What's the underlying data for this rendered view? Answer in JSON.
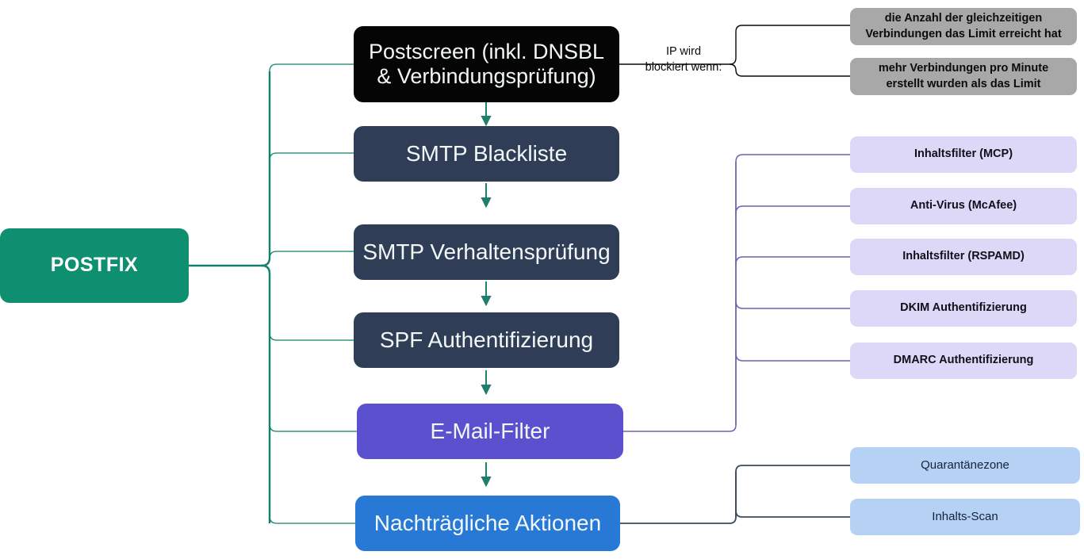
{
  "diagram": {
    "title": "POSTFIX Mail Pipeline",
    "colors": {
      "root": "#0e8f6f",
      "stage": "#2f3e56",
      "stage_black": "#050505",
      "stage_purple": "#5b50ce",
      "stage_blue": "#2878d6",
      "leaf_gray": "#a8a8a8",
      "leaf_lavender": "#ddd8f7",
      "leaf_lightblue": "#b5d2f5",
      "wire_green": "#12806a",
      "wire_purple": "#6b63a8",
      "wire_dark": "#3c4a5e",
      "wire_black": "#0a0a0a"
    },
    "root": {
      "label": "POSTFIX"
    },
    "stages": [
      {
        "id": "postscreen",
        "line1": "Postscreen (inkl. DNSBL",
        "line2": "& Verbindungsprüfung)"
      },
      {
        "id": "smtp-blacklist",
        "label": "SMTP Blackliste"
      },
      {
        "id": "smtp-behavior",
        "label": "SMTP Verhaltensprüfung"
      },
      {
        "id": "spf",
        "label": "SPF Authentifizierung"
      },
      {
        "id": "email-filter",
        "label": "E-Mail-Filter"
      },
      {
        "id": "post-actions",
        "label": "Nachträgliche Aktionen"
      }
    ],
    "postscreen_branch": {
      "edge_label_line1": "IP wird",
      "edge_label_line2": "blockiert wenn:",
      "items": [
        {
          "line1": "die Anzahl der gleichzeitigen",
          "line2": "Verbindungen das Limit erreicht hat"
        },
        {
          "line1": "mehr Verbindungen pro Minute",
          "line2": "erstellt wurden als das Limit"
        }
      ]
    },
    "filter_branch": {
      "items": [
        {
          "label": "Inhaltsfilter (MCP)"
        },
        {
          "label": "Anti-Virus (McAfee)"
        },
        {
          "label": "Inhaltsfilter (RSPAMD)"
        },
        {
          "label": "DKIM Authentifizierung"
        },
        {
          "label": "DMARC Authentifizierung"
        }
      ]
    },
    "actions_branch": {
      "items": [
        {
          "label": "Quarantänezone"
        },
        {
          "label": "Inhalts-Scan"
        }
      ]
    }
  }
}
